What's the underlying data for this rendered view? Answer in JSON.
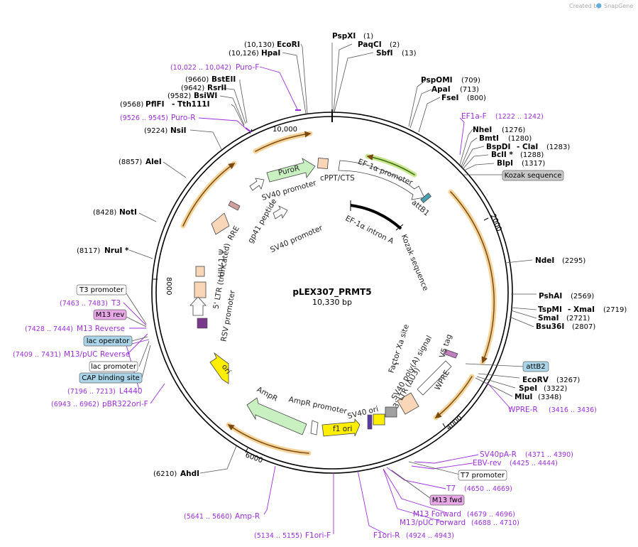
{
  "credit": {
    "prefix": "Created by",
    "brand": "SnapGene"
  },
  "plasmid": {
    "name": "pLEX307_PRMT5",
    "length": "10,330 bp"
  },
  "ticks": [
    "10,000",
    "2000",
    "4000",
    "6000",
    "8000"
  ],
  "enzymes": [
    {
      "name": "PspXI",
      "pos": "(1)"
    },
    {
      "name": "PaqCI",
      "pos": "(2)"
    },
    {
      "name": "SbfI",
      "pos": "(13)"
    },
    {
      "name": "PspOMI",
      "pos": "(709)"
    },
    {
      "name": "ApaI",
      "pos": "(713)"
    },
    {
      "name": "FseI",
      "pos": "(800)"
    },
    {
      "name": "NheI",
      "pos": "(1276)"
    },
    {
      "name": "BmtI",
      "pos": "(1280)"
    },
    {
      "name": "BspDI",
      "pos": "(1283)",
      "alt": "- ClaI"
    },
    {
      "name": "BclI *",
      "pos": "(1288)"
    },
    {
      "name": "BlpI",
      "pos": "(1317)"
    },
    {
      "name": "NdeI",
      "pos": "(2295)"
    },
    {
      "name": "PshAI",
      "pos": "(2569)"
    },
    {
      "name": "TspMI",
      "pos": "(2719)",
      "alt": "- XmaI"
    },
    {
      "name": "SmaI",
      "pos": "(2721)"
    },
    {
      "name": "Bsu36I",
      "pos": "(2807)"
    },
    {
      "name": "EcoRV",
      "pos": "(3267)"
    },
    {
      "name": "SpeI",
      "pos": "(3322)"
    },
    {
      "name": "MluI",
      "pos": "(3348)"
    },
    {
      "name": "AhdI",
      "pos": "(6210)"
    },
    {
      "name": "NruI *",
      "pos": "(8117)"
    },
    {
      "name": "NotI",
      "pos": "(8428)"
    },
    {
      "name": "AleI",
      "pos": "(8857)"
    },
    {
      "name": "NsiI",
      "pos": "(9224)"
    },
    {
      "name": "PflFI",
      "pos": "(9568)",
      "alt": "- Tth111I"
    },
    {
      "name": "BsiWI",
      "pos": "(9582)"
    },
    {
      "name": "RsrII",
      "pos": "(9642)"
    },
    {
      "name": "BstEII",
      "pos": "(9660)"
    },
    {
      "name": "HpaI",
      "pos": "(10,126)"
    },
    {
      "name": "EcoRI",
      "pos": "(10,130)"
    }
  ],
  "primers": [
    {
      "name": "Puro-F",
      "range": "(10,022 .. 10,042)"
    },
    {
      "name": "Puro-R",
      "range": "(9526 .. 9545)"
    },
    {
      "name": "EF1a-F",
      "range": "(1222 .. 1242)"
    },
    {
      "name": "WPRE-R",
      "range": "(3416 .. 3436)"
    },
    {
      "name": "SV40pA-R",
      "range": "(4371 .. 4390)"
    },
    {
      "name": "EBV-rev",
      "range": "(4425 .. 4444)"
    },
    {
      "name": "T7",
      "range": "(4650 .. 4669)"
    },
    {
      "name": "M13 Forward",
      "range": "(4679 .. 4696)"
    },
    {
      "name": "M13/pUC Forward",
      "range": "(4688 .. 4710)"
    },
    {
      "name": "F1ori-R",
      "range": "(4924 .. 4943)"
    },
    {
      "name": "F1ori-F",
      "range": "(5134 .. 5155)"
    },
    {
      "name": "Amp-R",
      "range": "(5641 .. 5660)"
    },
    {
      "name": "pBR322ori-F",
      "range": "(6943 .. 6962)"
    },
    {
      "name": "L4440",
      "range": "(7196 .. 7213)"
    },
    {
      "name": "M13/pUC Reverse",
      "range": "(7409 .. 7431)"
    },
    {
      "name": "M13 Reverse",
      "range": "(7428 .. 7444)"
    },
    {
      "name": "T3",
      "range": "(7463 .. 7483)"
    }
  ],
  "boxed": {
    "kozak": "Kozak sequence",
    "attB2": "attB2",
    "t7_promoter": "T7 promoter",
    "m13_fwd": "M13 fwd",
    "t3_promoter": "T3 promoter",
    "m13_rev": "M13 rev",
    "lac_operator": "lac operator",
    "lac_promoter": "lac promoter",
    "cap_site": "CAP binding site"
  },
  "features": {
    "puror": "PuroR",
    "sv40_promoter_top": "SV40 promoter",
    "cppt": "cPPT/CTS",
    "ef1a_promoter": "EF-1α promoter",
    "attb1": "attB1",
    "ef1a_intron": "EF-1α intron A",
    "kozak_inner": "Kozak sequence",
    "sv40_promoter_mid": "SV40 promoter",
    "gp41": "gp41 peptide",
    "rre": "RRE",
    "hiv_psi": "HIV-1 Ψ",
    "ltr5": "5' LTR (truncated)",
    "rsv": "RSV promoter",
    "ori": "ori",
    "ampr": "AmpR",
    "ampr_promoter": "AmpR promoter",
    "f1ori": "f1 ori",
    "sv40ori": "SV40 ori",
    "ltr3": "3' LTR (ΔU3)",
    "sv40polya": "SV40 poly(A) signal",
    "wpre": "WPRE",
    "v5tag": "V5 tag",
    "factor_xa": "Factor Xa site"
  },
  "colors": {
    "primer": "#9b30d9",
    "orange_arc": "#f4a63a",
    "green_arc": "#9ccc3c",
    "puro": "#c8f0c0",
    "ori": "#ffee00",
    "box_blue": "#aad4e8",
    "box_pink": "#e8a8e8",
    "box_gray": "#c8c8c8"
  }
}
